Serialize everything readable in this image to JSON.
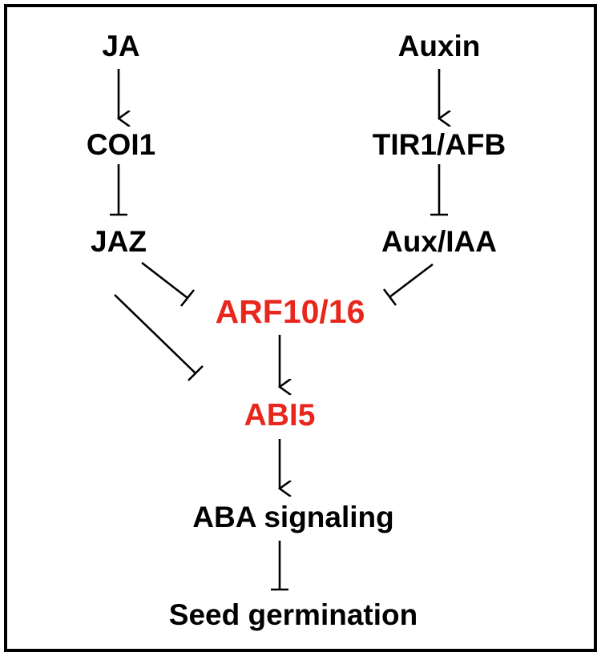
{
  "nodes": {
    "ja": "JA",
    "coi1": "COI1",
    "jaz": "JAZ",
    "auxin": "Auxin",
    "tir1_afb": "TIR1/AFB",
    "aux_iaa": "Aux/IAA",
    "arf10_16": "ARF10/16",
    "abi5": "ABI5",
    "aba_signaling": "ABA signaling",
    "seed_germination": "Seed germination"
  },
  "colors": {
    "highlight": "#e8261c",
    "default": "#000000"
  }
}
